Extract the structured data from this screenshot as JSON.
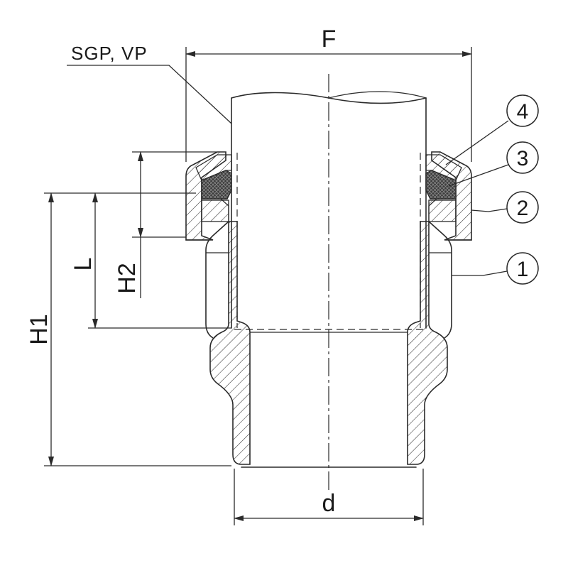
{
  "labels": {
    "F": "F",
    "d": "d",
    "H1": "H1",
    "H2": "H2",
    "L": "L",
    "pipe_note": "SGP, VP"
  },
  "balloons": [
    "1",
    "2",
    "3",
    "4"
  ],
  "colors": {
    "line": "#2a2a2a",
    "background": "#ffffff",
    "seal_fill": "#555555"
  }
}
